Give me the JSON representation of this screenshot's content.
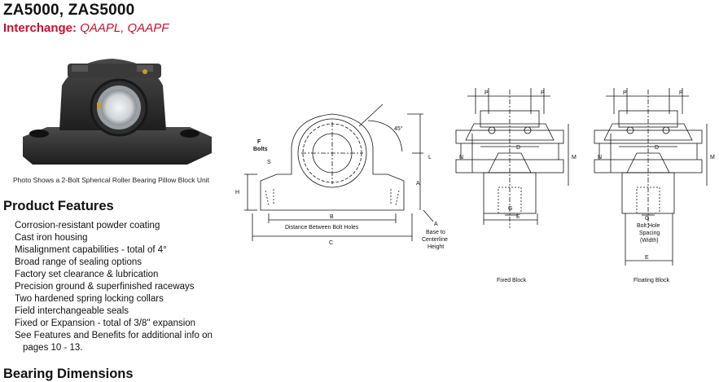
{
  "header": {
    "title": "ZA5000, ZAS5000",
    "interchange_label": "Interchange:",
    "interchange_values": "QAAPL, QAAPF"
  },
  "photo": {
    "caption": "Photo Shows a 2-Bolt Spherical Roller Bearing Pillow Block Unit"
  },
  "product_features": {
    "heading": "Product Features",
    "items": [
      "Corrosion-resistant powder coating",
      "Cast iron housing",
      "Misalignment capabilities - total of 4°",
      "Broad range of sealing options",
      "Factory set clearance & lubrication",
      "Precision ground & superfinished raceways",
      "Two hardened spring locking collars",
      "Field interchangeable seals",
      "Fixed or Expansion - total of 3/8\" expansion",
      "See Features and Benefits for additional info on",
      "pages 10 - 13."
    ]
  },
  "bearing_dimensions": {
    "heading": "Bearing Dimensions"
  },
  "front_view": {
    "labels": {
      "f": "F",
      "bolts": "Bolts",
      "s": "S",
      "h": "H",
      "b": "B",
      "distance": "Distance Between Bolt Holes",
      "c": "C",
      "l": "L",
      "a": "A",
      "a_note_1": "Base to",
      "a_note_2": "Centerline",
      "a_note_3": "Height",
      "angle": "45°"
    }
  },
  "fixed_block": {
    "caption": "Fixed Block",
    "labels": {
      "p": "P",
      "n": "N",
      "m": "M",
      "d": "D",
      "g": "G",
      "e": "E"
    }
  },
  "floating_block": {
    "caption": "Floating Block",
    "labels": {
      "p": "P",
      "n": "N",
      "m": "M",
      "d": "D",
      "g": "G",
      "e": "E",
      "bolt_1": "Bolt Hole",
      "bolt_2": "Spacing",
      "bolt_3": "(Width)"
    }
  },
  "colors": {
    "accent_red": "#c8102e",
    "housing_dark": "#2a2a2a"
  }
}
